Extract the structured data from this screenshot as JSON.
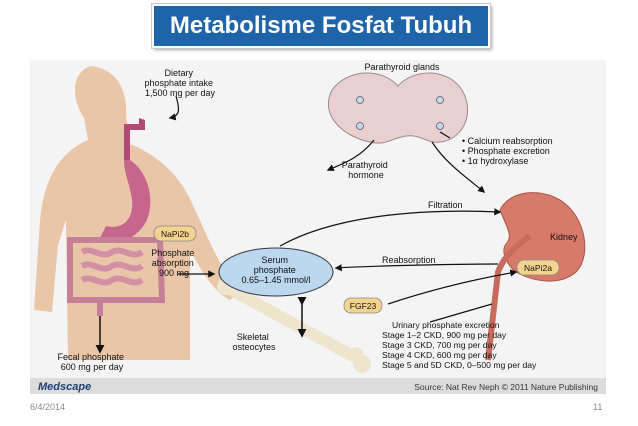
{
  "title": "Metabolisme Fosfat Tubuh",
  "footer": {
    "date": "6/4/2014",
    "page": "11"
  },
  "diagram": {
    "dietary": [
      "Dietary",
      "phosphate intake",
      "1,500 mg per day"
    ],
    "parathyroid_glands": "Parathyroid glands",
    "pth_effects": [
      "• Calcium reabsorption",
      "• Phosphate excretion",
      "• 1α hydroxylase"
    ],
    "pth": [
      "Parathyroid",
      "hormone"
    ],
    "filtration": "Filtration",
    "kidney": "Kidney",
    "napi2b": "NaPi2b",
    "napi2a": "NaPi2a",
    "absorption": [
      "Phosphate",
      "absorption",
      "900 mg"
    ],
    "serum": [
      "Serum",
      "phosphate",
      "0.65–1.45 mmol/l"
    ],
    "reabsorption": "Reabsorption",
    "fgf23": "FGF23",
    "skeletal": [
      "Skeletal",
      "osteocytes"
    ],
    "urinary": [
      "Urinary phosphate excretion",
      "Stage 1–2 CKD, 900 mg per day",
      "Stage 3 CKD, 700 mg per day",
      "Stage 4 CKD, 600 mg per day",
      "Stage 5 and 5D CKD, 0–500 mg per day"
    ],
    "fecal": [
      "Fecal phosphate",
      "600 mg per day"
    ],
    "brand": "Medscape",
    "source": "Source: Nat Rev Neph © 2011 Nature Publishing"
  }
}
